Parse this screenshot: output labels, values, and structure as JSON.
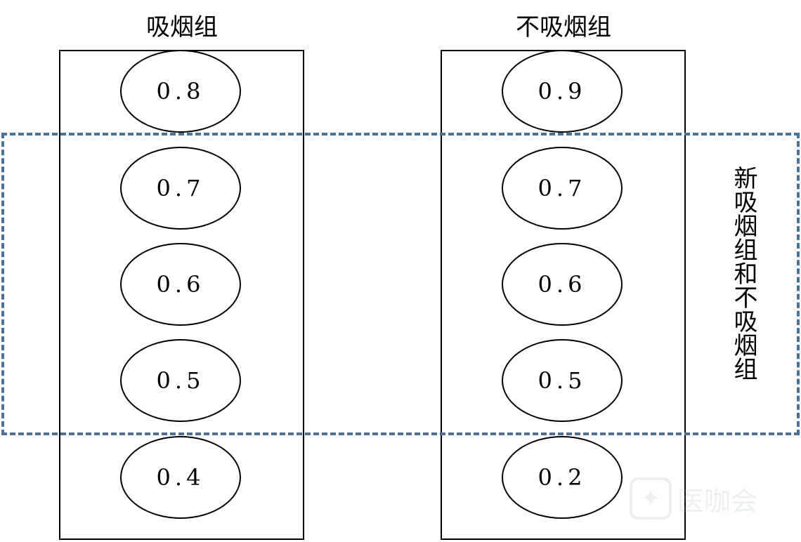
{
  "groups": [
    {
      "title": "吸烟组",
      "values": [
        "0.8",
        "0.7",
        "0.6",
        "0.5",
        "0.4"
      ]
    },
    {
      "title": "不吸烟组",
      "values": [
        "0.9",
        "0.7",
        "0.6",
        "0.5",
        "0.2"
      ]
    }
  ],
  "overlay": {
    "label": "新吸烟组和不吸烟组",
    "border_color": "#4a7299"
  },
  "watermark": {
    "text": "医咖会",
    "icon": "logo-icon"
  }
}
